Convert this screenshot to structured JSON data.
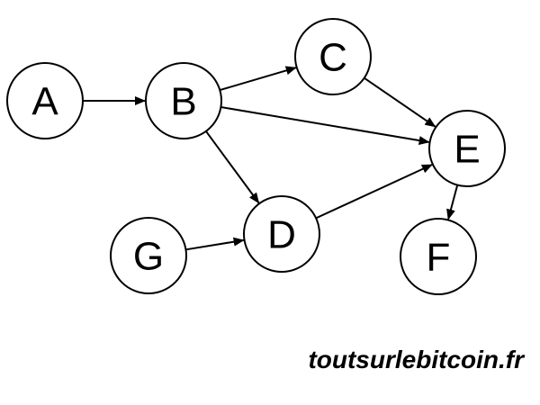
{
  "diagram": {
    "nodes": [
      {
        "id": "A",
        "label": "A"
      },
      {
        "id": "B",
        "label": "B"
      },
      {
        "id": "C",
        "label": "C"
      },
      {
        "id": "E",
        "label": "E"
      },
      {
        "id": "D",
        "label": "D"
      },
      {
        "id": "G",
        "label": "G"
      },
      {
        "id": "F",
        "label": "F"
      }
    ],
    "edges": [
      {
        "from": "A",
        "to": "B"
      },
      {
        "from": "B",
        "to": "C"
      },
      {
        "from": "B",
        "to": "E"
      },
      {
        "from": "B",
        "to": "D"
      },
      {
        "from": "C",
        "to": "E"
      },
      {
        "from": "D",
        "to": "E"
      },
      {
        "from": "G",
        "to": "D"
      },
      {
        "from": "E",
        "to": "F"
      }
    ],
    "colors": {
      "stroke": "#000000",
      "fill": "#ffffff"
    }
  },
  "watermark": "toutsurlebitcoin.fr"
}
